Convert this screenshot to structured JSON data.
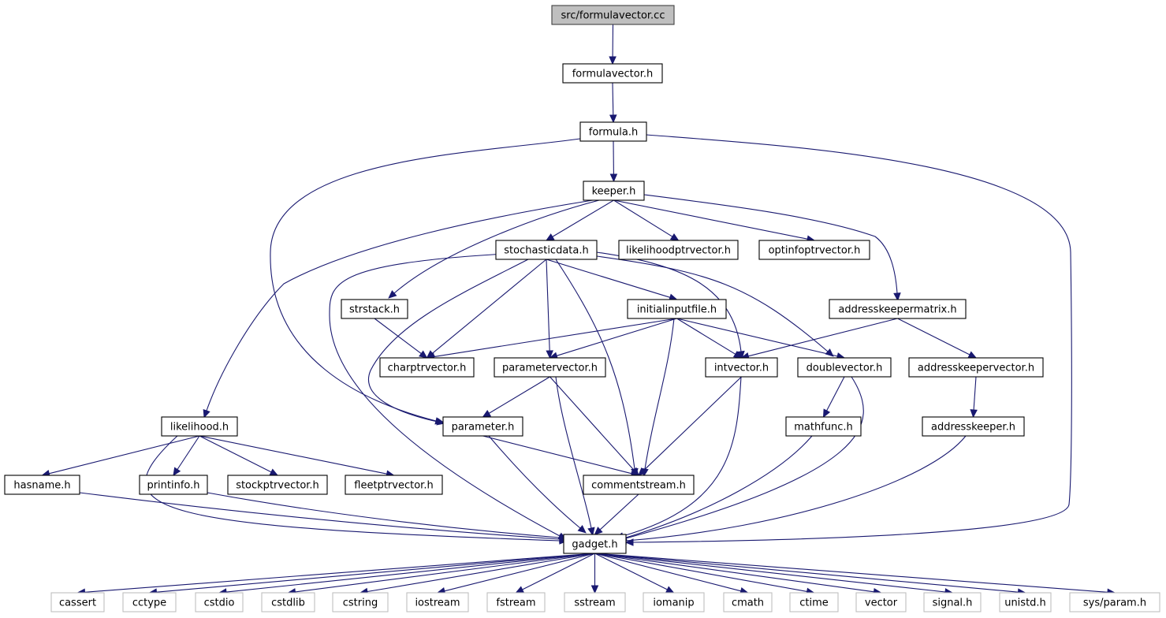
{
  "graph": {
    "colors": {
      "edge": "#191970",
      "node_border": "#000000",
      "root_fill": "#bfbfbf",
      "external_border": "#bfbfbf"
    },
    "nodes": [
      {
        "id": "n0",
        "label": "src/formulavector.cc",
        "kind": "root"
      },
      {
        "id": "n1",
        "label": "formulavector.h",
        "kind": "local"
      },
      {
        "id": "n2",
        "label": "formula.h",
        "kind": "local"
      },
      {
        "id": "n3",
        "label": "keeper.h",
        "kind": "local"
      },
      {
        "id": "n4",
        "label": "stochasticdata.h",
        "kind": "local"
      },
      {
        "id": "n5",
        "label": "likelihoodptrvector.h",
        "kind": "local"
      },
      {
        "id": "n6",
        "label": "optinfoptrvector.h",
        "kind": "local"
      },
      {
        "id": "n7",
        "label": "strstack.h",
        "kind": "local"
      },
      {
        "id": "n8",
        "label": "initialinputfile.h",
        "kind": "local"
      },
      {
        "id": "n9",
        "label": "addresskeepermatrix.h",
        "kind": "local"
      },
      {
        "id": "n10",
        "label": "charptrvector.h",
        "kind": "local"
      },
      {
        "id": "n11",
        "label": "parametervector.h",
        "kind": "local"
      },
      {
        "id": "n12",
        "label": "intvector.h",
        "kind": "local"
      },
      {
        "id": "n13",
        "label": "doublevector.h",
        "kind": "local"
      },
      {
        "id": "n14",
        "label": "addresskeepervector.h",
        "kind": "local"
      },
      {
        "id": "n15",
        "label": "likelihood.h",
        "kind": "local"
      },
      {
        "id": "n16",
        "label": "parameter.h",
        "kind": "local"
      },
      {
        "id": "n17",
        "label": "mathfunc.h",
        "kind": "local"
      },
      {
        "id": "n18",
        "label": "addresskeeper.h",
        "kind": "local"
      },
      {
        "id": "n19",
        "label": "hasname.h",
        "kind": "local"
      },
      {
        "id": "n20",
        "label": "printinfo.h",
        "kind": "local"
      },
      {
        "id": "n21",
        "label": "stockptrvector.h",
        "kind": "local"
      },
      {
        "id": "n22",
        "label": "fleetptrvector.h",
        "kind": "local"
      },
      {
        "id": "n23",
        "label": "commentstream.h",
        "kind": "local"
      },
      {
        "id": "n24",
        "label": "gadget.h",
        "kind": "local"
      },
      {
        "id": "n25",
        "label": "cassert",
        "kind": "external"
      },
      {
        "id": "n26",
        "label": "cctype",
        "kind": "external"
      },
      {
        "id": "n27",
        "label": "cstdio",
        "kind": "external"
      },
      {
        "id": "n28",
        "label": "cstdlib",
        "kind": "external"
      },
      {
        "id": "n29",
        "label": "cstring",
        "kind": "external"
      },
      {
        "id": "n30",
        "label": "iostream",
        "kind": "external"
      },
      {
        "id": "n31",
        "label": "fstream",
        "kind": "external"
      },
      {
        "id": "n32",
        "label": "sstream",
        "kind": "external"
      },
      {
        "id": "n33",
        "label": "iomanip",
        "kind": "external"
      },
      {
        "id": "n34",
        "label": "cmath",
        "kind": "external"
      },
      {
        "id": "n35",
        "label": "ctime",
        "kind": "external"
      },
      {
        "id": "n36",
        "label": "vector",
        "kind": "external"
      },
      {
        "id": "n37",
        "label": "signal.h",
        "kind": "external"
      },
      {
        "id": "n38",
        "label": "unistd.h",
        "kind": "external"
      },
      {
        "id": "n39",
        "label": "sys/param.h",
        "kind": "external"
      }
    ],
    "edges": [
      [
        "n0",
        "n1"
      ],
      [
        "n1",
        "n2"
      ],
      [
        "n2",
        "n3"
      ],
      [
        "n2",
        "n16"
      ],
      [
        "n2",
        "n24"
      ],
      [
        "n3",
        "n4"
      ],
      [
        "n3",
        "n5"
      ],
      [
        "n3",
        "n6"
      ],
      [
        "n3",
        "n7"
      ],
      [
        "n3",
        "n9"
      ],
      [
        "n3",
        "n15"
      ],
      [
        "n4",
        "n8"
      ],
      [
        "n4",
        "n10"
      ],
      [
        "n4",
        "n11"
      ],
      [
        "n4",
        "n12"
      ],
      [
        "n4",
        "n13"
      ],
      [
        "n4",
        "n16"
      ],
      [
        "n4",
        "n23"
      ],
      [
        "n4",
        "n24"
      ],
      [
        "n7",
        "n10"
      ],
      [
        "n8",
        "n10"
      ],
      [
        "n8",
        "n11"
      ],
      [
        "n8",
        "n12"
      ],
      [
        "n8",
        "n13"
      ],
      [
        "n8",
        "n23"
      ],
      [
        "n9",
        "n12"
      ],
      [
        "n9",
        "n14"
      ],
      [
        "n11",
        "n16"
      ],
      [
        "n11",
        "n23"
      ],
      [
        "n11",
        "n24"
      ],
      [
        "n12",
        "n23"
      ],
      [
        "n12",
        "n24"
      ],
      [
        "n13",
        "n17"
      ],
      [
        "n13",
        "n24"
      ],
      [
        "n14",
        "n18"
      ],
      [
        "n15",
        "n19"
      ],
      [
        "n15",
        "n20"
      ],
      [
        "n15",
        "n21"
      ],
      [
        "n15",
        "n22"
      ],
      [
        "n15",
        "n24"
      ],
      [
        "n16",
        "n23"
      ],
      [
        "n16",
        "n24"
      ],
      [
        "n17",
        "n24"
      ],
      [
        "n18",
        "n24"
      ],
      [
        "n19",
        "n24"
      ],
      [
        "n20",
        "n24"
      ],
      [
        "n23",
        "n24"
      ],
      [
        "n24",
        "n25"
      ],
      [
        "n24",
        "n26"
      ],
      [
        "n24",
        "n27"
      ],
      [
        "n24",
        "n28"
      ],
      [
        "n24",
        "n29"
      ],
      [
        "n24",
        "n30"
      ],
      [
        "n24",
        "n31"
      ],
      [
        "n24",
        "n32"
      ],
      [
        "n24",
        "n33"
      ],
      [
        "n24",
        "n34"
      ],
      [
        "n24",
        "n35"
      ],
      [
        "n24",
        "n36"
      ],
      [
        "n24",
        "n37"
      ],
      [
        "n24",
        "n38"
      ],
      [
        "n24",
        "n39"
      ]
    ]
  }
}
